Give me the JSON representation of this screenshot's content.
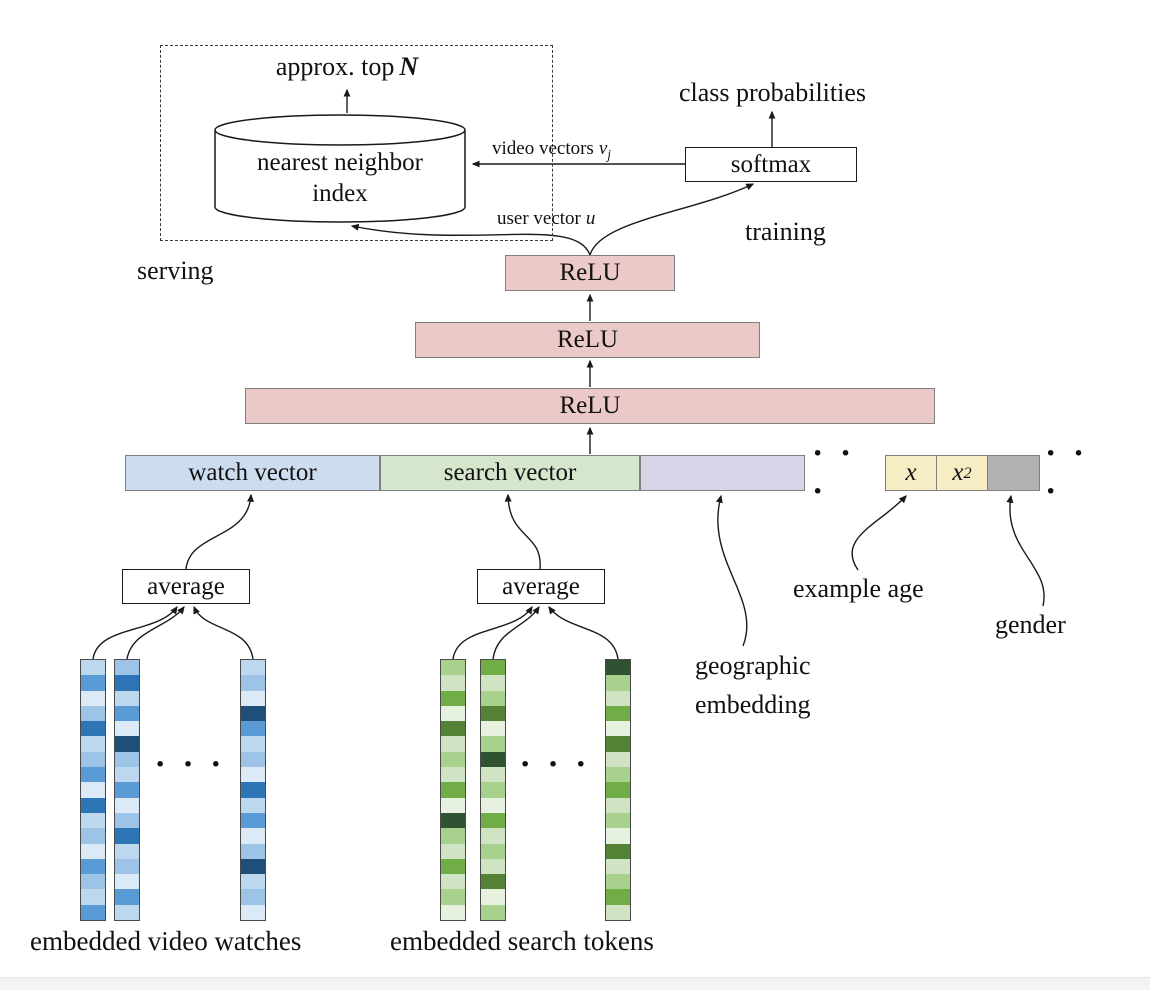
{
  "colors": {
    "relu_fill": "#ecc9c9",
    "watch_fill": "#cdddf0",
    "search_fill": "#d6e6cd",
    "geo_fill": "#d8d4e8",
    "age_fill": "#f7edc5",
    "gender_fill": "#b2b2b5"
  },
  "serving": {
    "label": "serving",
    "approx_top": "approx. top",
    "approx_top_var": "N",
    "index_line1": "nearest neighbor",
    "index_line2": "index"
  },
  "training": {
    "label": "training",
    "class_probabilities": "class probabilities",
    "softmax": "softmax",
    "video_vectors": "video vectors",
    "video_vectors_var": "v",
    "video_vectors_sub": "j",
    "user_vector": "user vector",
    "user_vector_var": "u"
  },
  "network": {
    "relu1": "ReLU",
    "relu2": "ReLU",
    "relu3": "ReLU"
  },
  "features": {
    "watch_vector": "watch vector",
    "search_vector": "search vector",
    "dots_left": "· · ·",
    "dots_right": "· · ·",
    "age_var": "x",
    "age_sq_var": "x",
    "age_sq_sup": "2",
    "example_age": "example age",
    "gender": "gender",
    "geo_line1": "geographic",
    "geo_line2": "embedding"
  },
  "inputs": {
    "average_left": "average",
    "average_right": "average",
    "dots_video": "· · ·",
    "dots_search": "· · ·",
    "embedded_video_watches": "embedded video watches",
    "embedded_search_tokens": "embedded search tokens"
  },
  "embeddings": {
    "video_columns": [
      [
        "#bdd7ee",
        "#5b9bd5",
        "#dce9f7",
        "#9dc3e6",
        "#2e75b6",
        "#bdd7ee",
        "#9dc3e6",
        "#5b9bd5",
        "#dce9f7",
        "#2e75b6",
        "#bdd7ee",
        "#9dc3e6",
        "#dce9f7",
        "#5b9bd5",
        "#9dc3e6",
        "#bdd7ee",
        "#5b9bd5"
      ],
      [
        "#9dc3e6",
        "#2e75b6",
        "#bdd7ee",
        "#5b9bd5",
        "#dce9f7",
        "#1f4e79",
        "#9dc3e6",
        "#bdd7ee",
        "#5b9bd5",
        "#dce9f7",
        "#9dc3e6",
        "#2e75b6",
        "#bdd7ee",
        "#9dc3e6",
        "#dce9f7",
        "#5b9bd5",
        "#bdd7ee"
      ],
      [
        "#bdd7ee",
        "#9dc3e6",
        "#dce9f7",
        "#1f4e79",
        "#5b9bd5",
        "#bdd7ee",
        "#9dc3e6",
        "#dce9f7",
        "#2e75b6",
        "#bdd7ee",
        "#5b9bd5",
        "#dce9f7",
        "#9dc3e6",
        "#1f4e79",
        "#bdd7ee",
        "#9dc3e6",
        "#dce9f7"
      ]
    ],
    "search_columns": [
      [
        "#a9d18e",
        "#d0e4c4",
        "#70ad47",
        "#e7f1df",
        "#538135",
        "#d0e4c4",
        "#a9d18e",
        "#d0e4c4",
        "#70ad47",
        "#e7f1df",
        "#2f5233",
        "#a9d18e",
        "#d0e4c4",
        "#70ad47",
        "#d0e4c4",
        "#a9d18e",
        "#e7f1df"
      ],
      [
        "#70ad47",
        "#d0e4c4",
        "#a9d18e",
        "#538135",
        "#e7f1df",
        "#a9d18e",
        "#2f5233",
        "#d0e4c4",
        "#a9d18e",
        "#e7f1df",
        "#70ad47",
        "#d0e4c4",
        "#a9d18e",
        "#d0e4c4",
        "#538135",
        "#e7f1df",
        "#a9d18e"
      ],
      [
        "#2f5233",
        "#a9d18e",
        "#d0e4c4",
        "#70ad47",
        "#e7f1df",
        "#538135",
        "#d0e4c4",
        "#a9d18e",
        "#70ad47",
        "#d0e4c4",
        "#a9d18e",
        "#e7f1df",
        "#538135",
        "#d0e4c4",
        "#a9d18e",
        "#70ad47",
        "#d0e4c4"
      ]
    ]
  }
}
